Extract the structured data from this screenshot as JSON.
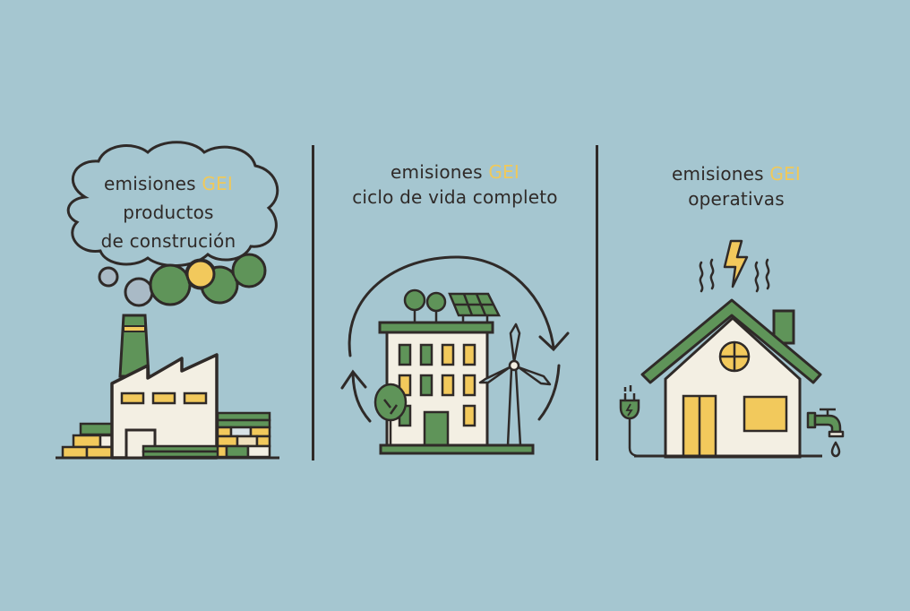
{
  "colors": {
    "background": "#a5c6d0",
    "outline": "#2f2a28",
    "green": "#5f9459",
    "yellow": "#f2c95c",
    "cream": "#f3efe3",
    "smoke_gray": "#a9bac6",
    "gei_highlight": "#f0c95a"
  },
  "panels": [
    {
      "id": "construction-products",
      "label": {
        "line1_prefix": "emisiones ",
        "line1_highlight": "GEI",
        "line2": "productos",
        "line3": "de construción"
      },
      "illustration": "factory-with-thought-cloud"
    },
    {
      "id": "full-lifecycle",
      "label": {
        "line1_prefix": "emisiones ",
        "line1_highlight": "GEI",
        "line2": "ciclo de vida completo"
      },
      "illustration": "green-building-with-cycle-arrows"
    },
    {
      "id": "operational",
      "label": {
        "line1_prefix": "emisiones ",
        "line1_highlight": "GEI",
        "line2": "operativas"
      },
      "illustration": "house-with-energy-and-water"
    }
  ]
}
